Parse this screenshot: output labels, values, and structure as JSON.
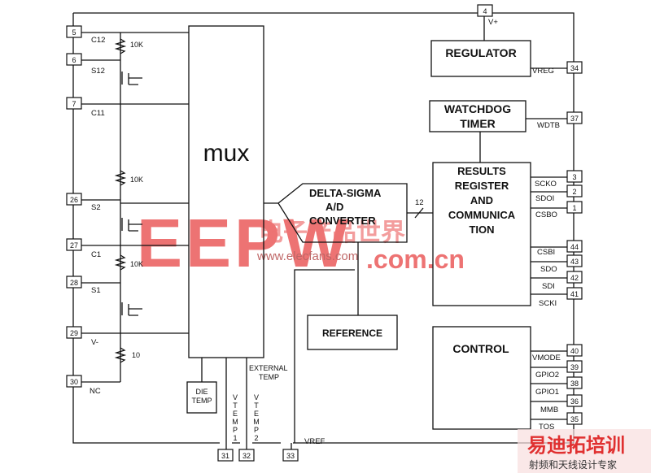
{
  "title_blocks": {
    "mux": "mux",
    "delta_sigma": [
      "DELTA-SIGMA",
      "A/D",
      "CONVERTER"
    ],
    "regulator": "REGULATOR",
    "watchdog": [
      "WATCHDOG",
      "TIMER"
    ],
    "results": [
      "RESULTS",
      "REGISTER",
      "AND",
      "COMMUNICA",
      "TION"
    ],
    "reference": "REFERENCE",
    "control": "CONTROL",
    "die_temp": [
      "DIE",
      "TEMP"
    ],
    "external_temp": [
      "EXTERNAL",
      "TEMP"
    ]
  },
  "pins": {
    "p4": "4",
    "p5": "5",
    "p6": "6",
    "p7": "7",
    "p26": "26",
    "p27": "27",
    "p28": "28",
    "p29": "29",
    "p30": "30",
    "p31": "31",
    "p32": "32",
    "p33": "33",
    "p34": "34",
    "p37": "37",
    "p3": "3",
    "p2": "2",
    "p1": "1",
    "p44": "44",
    "p43": "43",
    "p42": "42",
    "p41": "41",
    "p40": "40",
    "p39": "39",
    "p38": "38",
    "p36": "36",
    "p35": "35"
  },
  "signals": {
    "vplus": "V+",
    "c12": "C12",
    "s12": "S12",
    "c11": "C11",
    "s2": "S2",
    "c1": "C1",
    "s1": "S1",
    "vminus": "V-",
    "nc": "NC",
    "vreg": "VREG",
    "wdtb": "WDTB",
    "scko": "SCKO",
    "sdoi": "SDOI",
    "csbo": "CSBO",
    "csbi": "CSBI",
    "sdo": "SDO",
    "sdi": "SDI",
    "scki": "SCKI",
    "vmode": "VMODE",
    "gpio2": "GPIO2",
    "gpio1": "GPIO1",
    "mmb": "MMB",
    "tos": "TOS",
    "vref": "VREF",
    "bus12": "12",
    "vtemp1": [
      "V",
      "T",
      "E",
      "M",
      "P",
      "1"
    ],
    "vtemp2": [
      "V",
      "T",
      "E",
      "M",
      "P",
      "2"
    ]
  },
  "resistors": {
    "r1": "10K",
    "r2": "10K",
    "r3": "10K",
    "r4": "10"
  },
  "watermark": {
    "logo": "EEPW",
    "cn": "电子产品世界",
    "url": "www.elecfans.com",
    "dotcom": ".com.cn",
    "corner_cn": "易迪拓培训",
    "corner_sub": "射频和天线设计专家"
  },
  "colors": {
    "line": "#111111",
    "watermark": "#e03030",
    "corner_bg": "#f5d5d5"
  }
}
